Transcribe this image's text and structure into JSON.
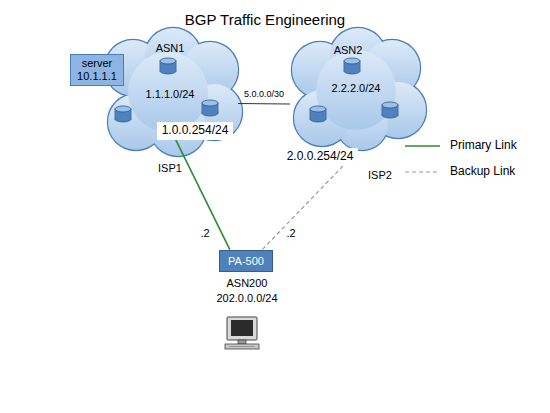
{
  "diagram": {
    "title": "BGP Traffic Engineering",
    "nodes": [
      {
        "text": [
          "ASN1",
          "1.1.1.0/24"
        ]
      },
      {
        "text": [
          "server 10.1.1.1"
        ],
        "in": 0
      },
      {
        "text": [
          "1.0.0.254/24"
        ],
        "in": 0
      },
      {
        "text": [
          "ASN2",
          "2.2.2.0/24"
        ]
      },
      {
        "text": [
          "2.0.0.254/24"
        ],
        "in": 3
      },
      {
        "text": [
          "PA-500"
        ]
      }
    ],
    "edges": [
      {
        "from": 0,
        "to": 3,
        "arrow": "none",
        "label": "5.0.0.0/30"
      },
      {
        "from": 2,
        "to": 5,
        "arrow": "none"
      },
      {
        "from": 4,
        "to": 5,
        "arrow": "none"
      }
    ],
    "labels": [
      "ISP1",
      "ISP2",
      ".2",
      ".2",
      "ASN200",
      "202.0.0.0/24"
    ],
    "legend": [
      {
        "text": "Primary Link"
      },
      {
        "text": "Backup Link"
      }
    ]
  }
}
